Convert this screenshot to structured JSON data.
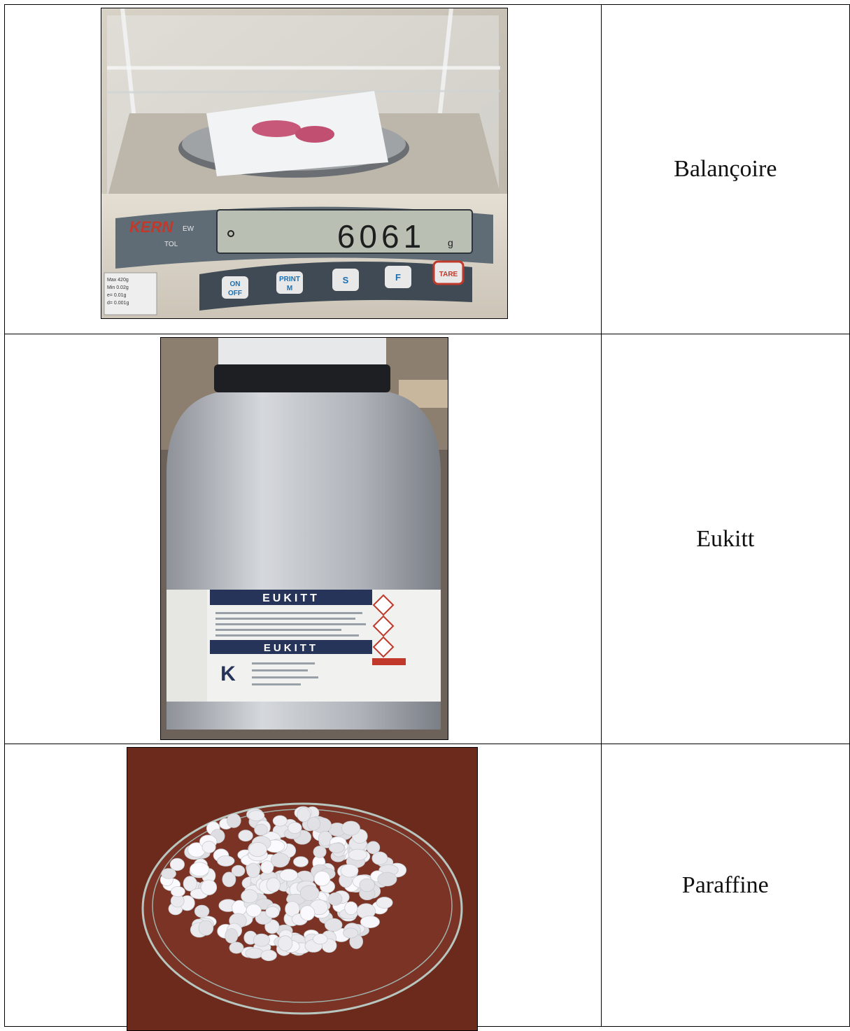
{
  "rows": [
    {
      "label": "Balançoire",
      "photo": {
        "icon": "precision-balance-photo",
        "brand": "KERN",
        "model": "EW",
        "display_reading": "6061",
        "display_unit": "g",
        "display_tol": "TOL",
        "plate_max": "Max 420g",
        "plate_min": "Min 0.02g",
        "plate_e": "e= 0.01g",
        "plate_d": "d= 0.001g",
        "buttons": {
          "on_top": "ON",
          "on_bottom": "OFF",
          "print_top": "PRINT",
          "print_bottom": "M",
          "s": "S",
          "f": "F",
          "tare": "TARE"
        }
      }
    },
    {
      "label": "Eukitt",
      "photo": {
        "icon": "eukitt-bottle-photo",
        "label_brand": "EUKITT",
        "label_brand_2": "EUKITT",
        "logo_letter": "K"
      }
    },
    {
      "label": "Paraffine",
      "photo": {
        "icon": "paraffine-dish-photo"
      }
    }
  ],
  "colors": {
    "balance_body": "#d9d2c6",
    "balance_panel": "#5f6b75",
    "tare_red": "#c0392b",
    "bottle_silver": "#b9bcc2",
    "label_navy": "#27345a",
    "paraffin_bg": "#6b2a1c"
  }
}
